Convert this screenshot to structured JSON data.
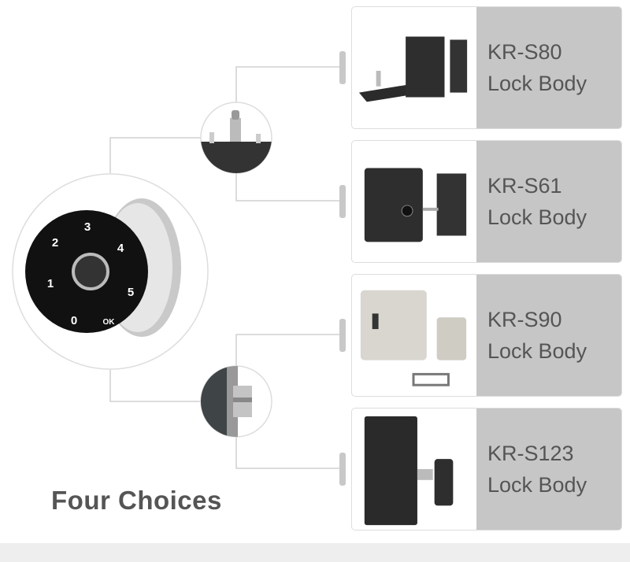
{
  "title": "Four Choices",
  "keypad": {
    "keys": [
      "1",
      "2",
      "3",
      "4",
      "5",
      "0",
      "OK"
    ]
  },
  "products": [
    {
      "model": "KR-S80",
      "type": "Lock Body"
    },
    {
      "model": "KR-S61",
      "type": "Lock Body"
    },
    {
      "model": "KR-S90",
      "type": "Lock Body"
    },
    {
      "model": "KR-S123",
      "type": "Lock Body"
    }
  ],
  "colors": {
    "label_bg": "#c6c6c6",
    "text": "#555555",
    "line": "#d0d0d0"
  }
}
